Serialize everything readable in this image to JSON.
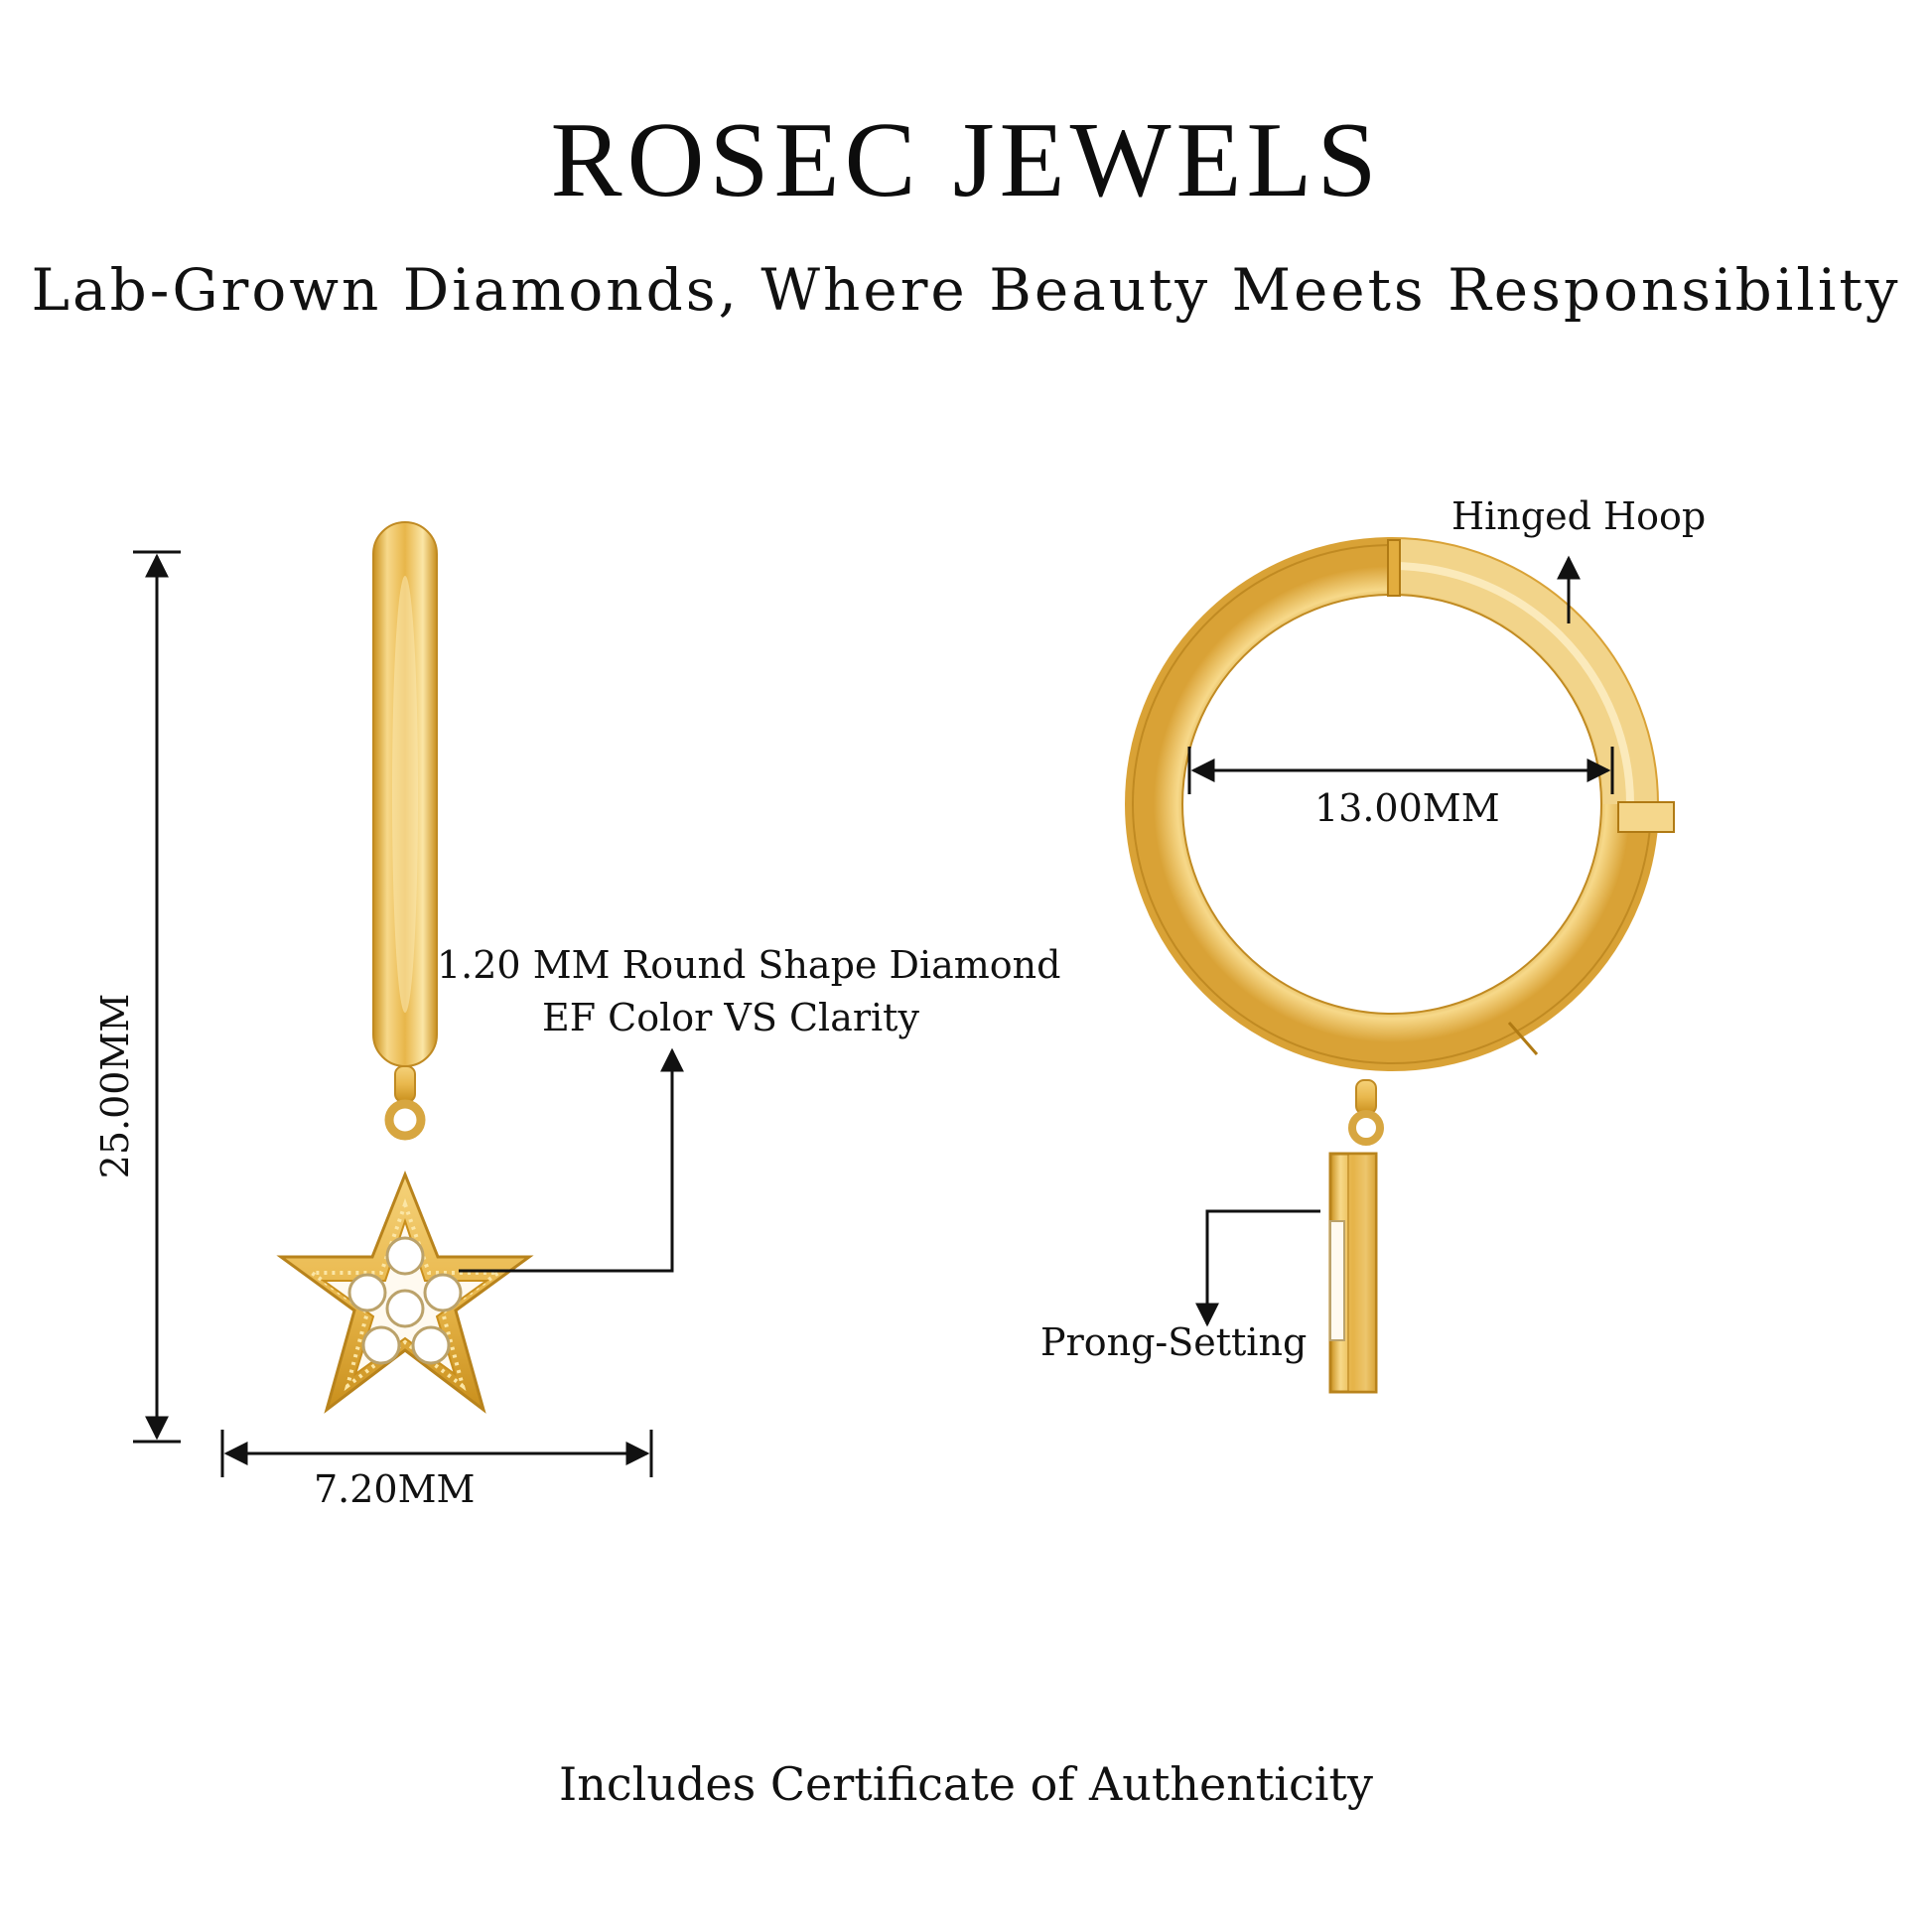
{
  "header": {
    "brand": "ROSEC JEWELS",
    "tagline": "Lab-Grown Diamonds, Where Beauty Meets Responsibility"
  },
  "front_view": {
    "height_label": "25.00MM",
    "width_label": "7.20MM",
    "diamond_note_line1": "1.20 MM Round Shape Diamond",
    "diamond_note_line2": "EF Color VS Clarity"
  },
  "side_view": {
    "hinge_label": "Hinged Hoop",
    "diameter_label": "13.00MM",
    "setting_label": "Prong-Setting"
  },
  "footer": {
    "certificate": "Includes Certificate of Authenticity"
  },
  "colors": {
    "gold_light": "#f7d98a",
    "gold_mid": "#e8b64a",
    "gold_dark": "#c98f1c",
    "ink": "#111111"
  }
}
